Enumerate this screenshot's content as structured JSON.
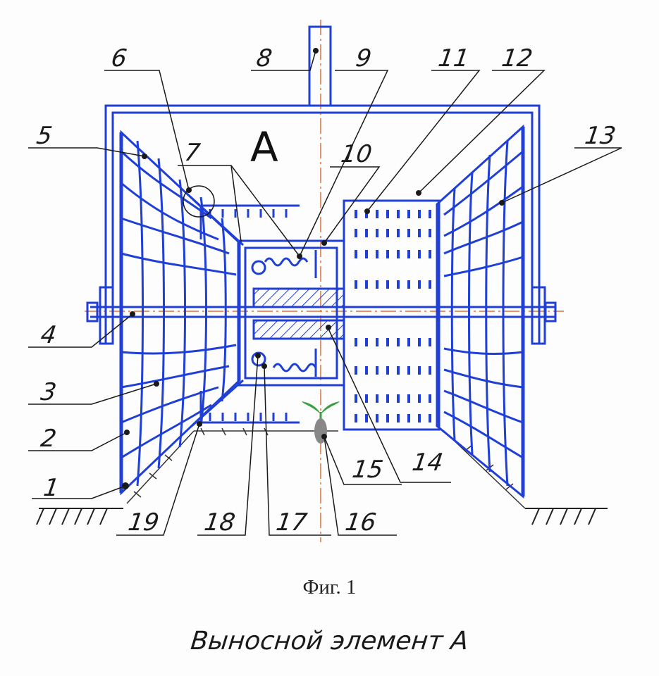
{
  "drawing": {
    "section_letter": "А",
    "callouts": [
      {
        "id": "1",
        "label": "1"
      },
      {
        "id": "2",
        "label": "2"
      },
      {
        "id": "3",
        "label": "3"
      },
      {
        "id": "4",
        "label": "4"
      },
      {
        "id": "5",
        "label": "5"
      },
      {
        "id": "6",
        "label": "6"
      },
      {
        "id": "7",
        "label": "7"
      },
      {
        "id": "8",
        "label": "8"
      },
      {
        "id": "9",
        "label": "9"
      },
      {
        "id": "10",
        "label": "10"
      },
      {
        "id": "11",
        "label": "11"
      },
      {
        "id": "12",
        "label": "12"
      },
      {
        "id": "13",
        "label": "13"
      },
      {
        "id": "14",
        "label": "14"
      },
      {
        "id": "15",
        "label": "15"
      },
      {
        "id": "16",
        "label": "16"
      },
      {
        "id": "17",
        "label": "17"
      },
      {
        "id": "18",
        "label": "18"
      },
      {
        "id": "19",
        "label": "19"
      }
    ],
    "line_color": "#1f3fd6",
    "leader_color": "#1a1a1a",
    "axis_color": "#e0703a",
    "plant_color": "#3aa040"
  },
  "caption": {
    "figure": "Фиг. 1",
    "subtitle": "Выносной элемент А"
  }
}
